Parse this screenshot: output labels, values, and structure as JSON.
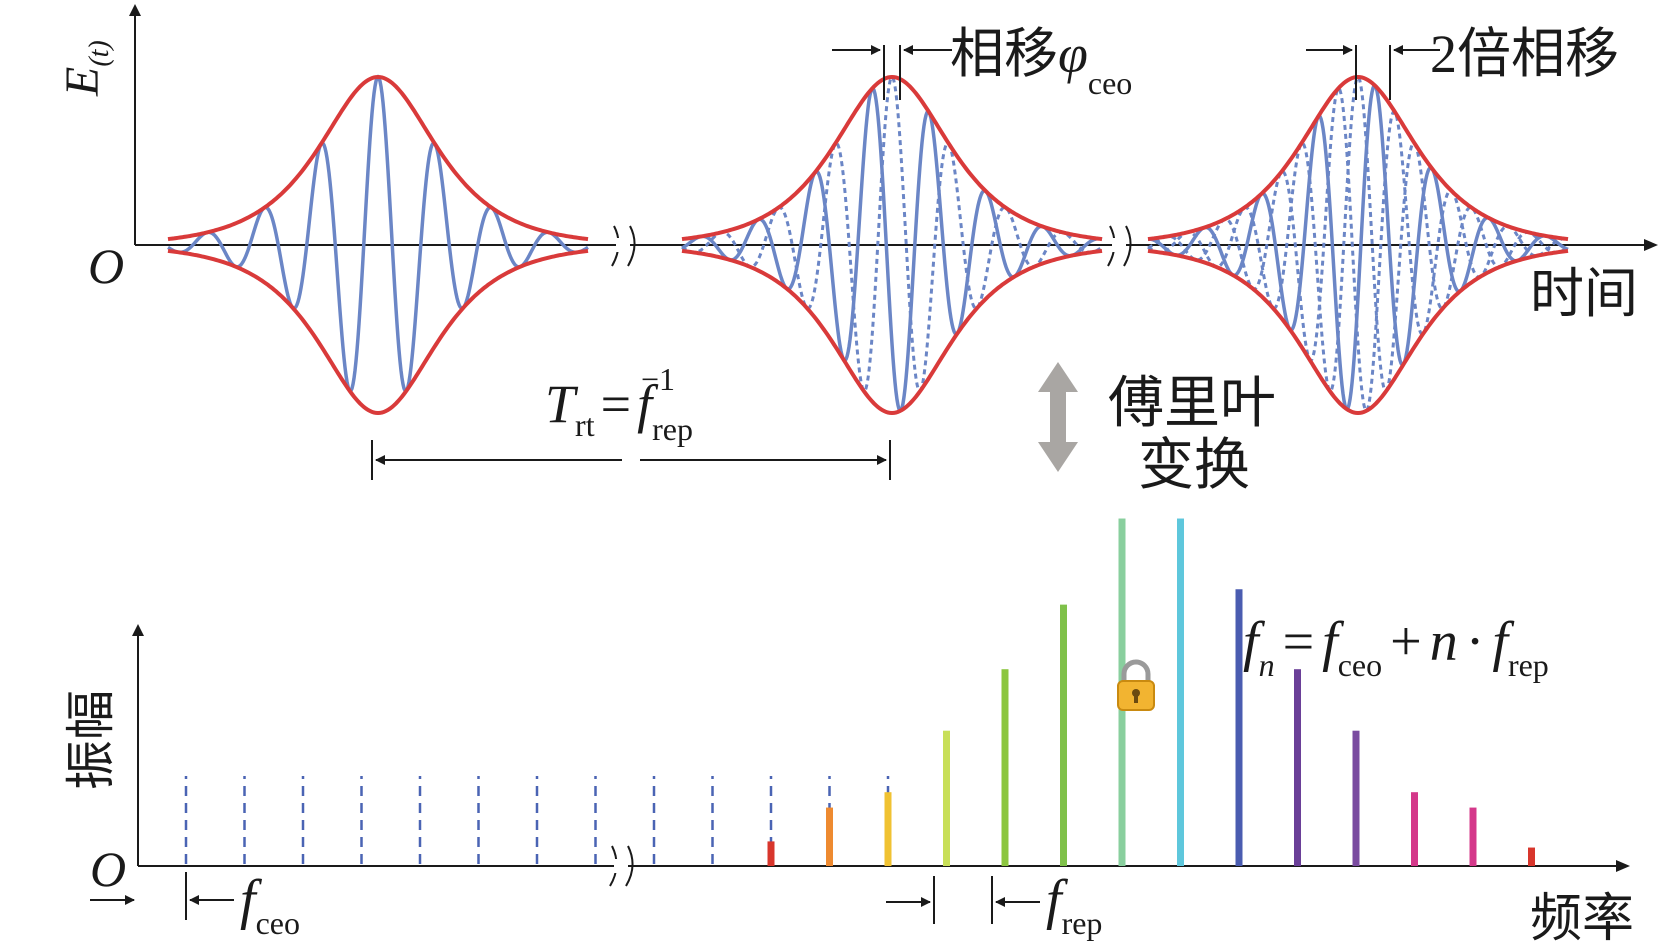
{
  "time_domain": {
    "y_axis_label": "E",
    "y_axis_sub": "(t)",
    "origin": "O",
    "x_axis_label": "时间",
    "phase_shift_label": "相移",
    "phase_shift_symbol": "φ",
    "phase_shift_sub": "ceo",
    "double_phase_shift_label": "2倍相移",
    "period_T": "T",
    "period_T_sub": "rt",
    "period_eq": "=",
    "period_f": "f",
    "period_f_sub": "rep",
    "period_f_sup": "−1",
    "phase_offsets": [
      0,
      0.35,
      0.7
    ],
    "envelope_color": "#d93a3a",
    "carrier_color": "#6b86c6"
  },
  "transform": {
    "line1": "傅里叶",
    "line2": "变换",
    "arrow_color": "#a9a6a3"
  },
  "frequency_domain": {
    "y_axis_label": "振幅",
    "origin": "O",
    "x_axis_label": "频率",
    "fceo_f": "f",
    "fceo_sub": "ceo",
    "frep_f": "f",
    "frep_sub": "rep",
    "formula": {
      "fn": "f",
      "fn_sub": "n",
      "eq": "=",
      "f1": "f",
      "f1_sub": "ceo",
      "plus": "+",
      "n": "n",
      "dot": "·",
      "f2": "f",
      "f2_sub": "rep"
    },
    "dashed_line_count": 13,
    "dashed_color": "#4a64b4",
    "solid_amplitudes": [
      0.08,
      0.19,
      0.24,
      0.44,
      0.64,
      0.85,
      1.13,
      1.13,
      0.9,
      0.64,
      0.44,
      0.24,
      0.19,
      0.06
    ],
    "solid_colors": [
      "#d8362c",
      "#ee8a30",
      "#f0c232",
      "#c8df58",
      "#8cc63f",
      "#7fc14a",
      "#89cf9e",
      "#5ec7dc",
      "#4a5cb0",
      "#6a3f98",
      "#7a4ba0",
      "#d4388a",
      "#d4388a",
      "#d8362c"
    ]
  }
}
